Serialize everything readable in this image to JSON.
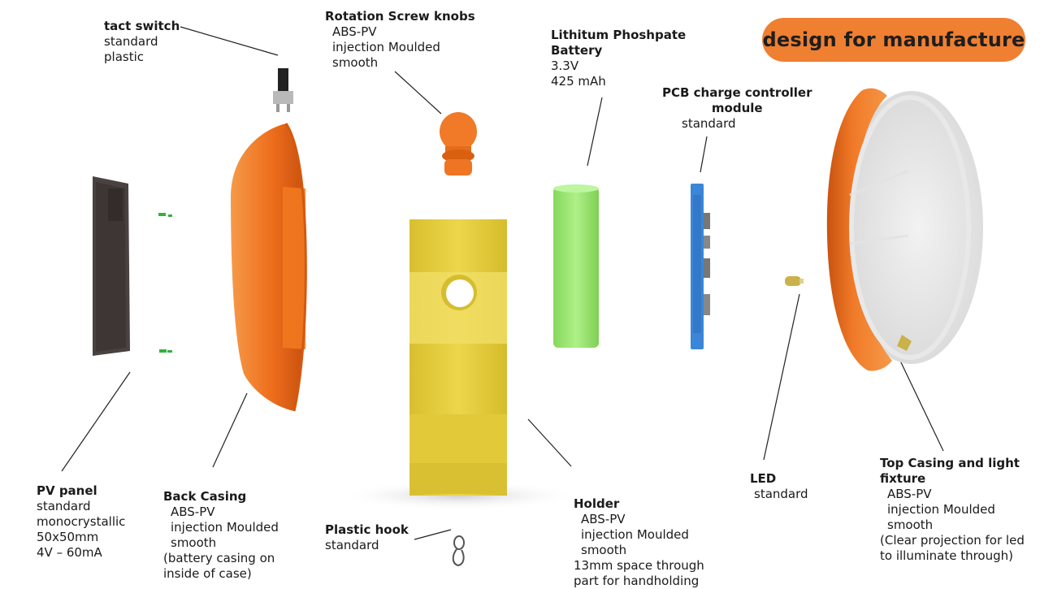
{
  "badge": "design for manufacture",
  "labels": {
    "tact_switch": {
      "title": "tact switch",
      "lines": [
        "standard",
        "plastic"
      ]
    },
    "rotation_knobs": {
      "title": "Rotation Screw knobs",
      "lines": [
        "ABS-PV",
        "injection Moulded",
        "smooth"
      ]
    },
    "battery": {
      "title": "Lithitum Phoshpate",
      "title2": "Battery",
      "lines": [
        "3.3V",
        "425 mAh"
      ]
    },
    "pcb": {
      "title": "PCB charge controller",
      "title2": "module",
      "lines": [
        "standard"
      ]
    },
    "pv_panel": {
      "title": "PV panel",
      "lines": [
        "standard",
        "monocrystallic",
        "50x50mm",
        "4V – 60mA"
      ]
    },
    "back_casing": {
      "title": "Back Casing",
      "lines": [
        "ABS-PV",
        "injection Moulded",
        "smooth",
        " (battery casing on",
        "inside of case)"
      ]
    },
    "plastic_hook": {
      "title": "Plastic hook",
      "lines": [
        "standard"
      ]
    },
    "holder": {
      "title": "Holder",
      "lines": [
        "ABS-PV",
        "injection Moulded",
        "smooth",
        "13mm space through",
        "part for handholding"
      ]
    },
    "led": {
      "title": "LED",
      "lines": [
        "standard"
      ]
    },
    "top_casing": {
      "title": "Top Casing and light",
      "title2": "fixture",
      "lines": [
        "ABS-PV",
        "injection Moulded",
        "smooth",
        " (Clear projection for led",
        "to illuminate through)"
      ]
    }
  },
  "colors": {
    "orange": "#ef7f31",
    "casing": "#f07020",
    "holder": "#e6cf3a",
    "battery": "#9ce870",
    "pcb": "#3a86d8",
    "panel": "#4a4240"
  }
}
